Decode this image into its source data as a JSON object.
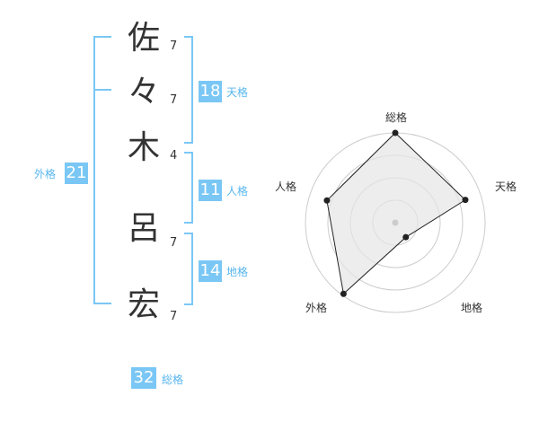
{
  "name": {
    "chars": [
      {
        "char": "佐",
        "strokes": "7"
      },
      {
        "char": "々",
        "strokes": "7"
      },
      {
        "char": "木",
        "strokes": "4"
      },
      {
        "char": "呂",
        "strokes": "7"
      },
      {
        "char": "宏",
        "strokes": "7"
      }
    ]
  },
  "fortune": {
    "tenkaku": {
      "value": "18",
      "label": "天格"
    },
    "jinkaku": {
      "value": "11",
      "label": "人格"
    },
    "chikaku": {
      "value": "14",
      "label": "地格"
    },
    "gaikaku": {
      "value": "21",
      "label": "外格"
    },
    "soukaku": {
      "value": "32",
      "label": "総格"
    }
  },
  "colors": {
    "accent": "#7ac7f5",
    "accent_text": "#57b6ee",
    "text": "#333333",
    "radar_fill": "#e6e6e6",
    "radar_grid": "#cccccc"
  },
  "radar": {
    "axes": [
      "総格",
      "天格",
      "地格",
      "外格",
      "人格"
    ],
    "values": [
      1.0,
      0.82,
      0.2,
      0.98,
      0.8
    ],
    "rings": 4
  }
}
